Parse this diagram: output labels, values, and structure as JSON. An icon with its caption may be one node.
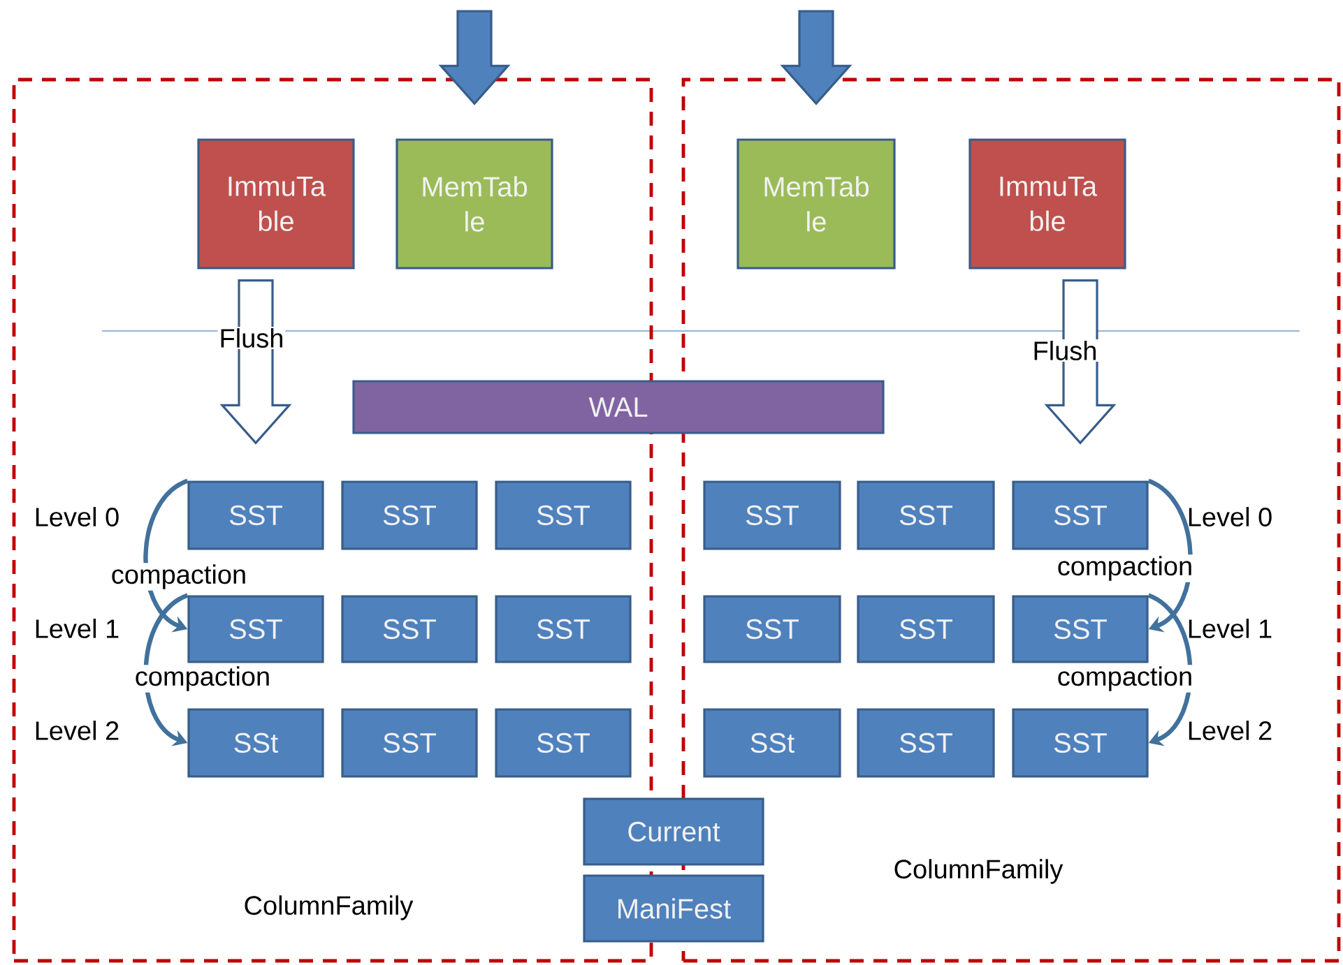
{
  "diagram": {
    "nodes": [
      {
        "text": [
          "ColumnFamily"
        ]
      },
      {
        "text": [
          "ImmuTa ble"
        ],
        "in": 0
      },
      {
        "text": [
          "MemTab le"
        ],
        "in": 0
      },
      {
        "text": [
          "ColumnFamily"
        ]
      },
      {
        "text": [
          "MemTab le"
        ],
        "in": 3
      },
      {
        "text": [
          "ImmuTa ble"
        ],
        "in": 3
      },
      {
        "text": [
          "WAL"
        ]
      },
      {
        "text": [
          "SST"
        ],
        "in": 0
      },
      {
        "text": [
          "SST"
        ],
        "in": 0
      },
      {
        "text": [
          "SST"
        ],
        "in": 0
      },
      {
        "text": [
          "SST"
        ],
        "in": 0
      },
      {
        "text": [
          "SST"
        ],
        "in": 0
      },
      {
        "text": [
          "SST"
        ],
        "in": 0
      },
      {
        "text": [
          "SSt"
        ],
        "in": 0
      },
      {
        "text": [
          "SST"
        ],
        "in": 0
      },
      {
        "text": [
          "SST"
        ],
        "in": 0
      },
      {
        "text": [
          "SST"
        ],
        "in": 3
      },
      {
        "text": [
          "SST"
        ],
        "in": 3
      },
      {
        "text": [
          "SST"
        ],
        "in": 3
      },
      {
        "text": [
          "SST"
        ],
        "in": 3
      },
      {
        "text": [
          "SST"
        ],
        "in": 3
      },
      {
        "text": [
          "SST"
        ],
        "in": 3
      },
      {
        "text": [
          "SSt"
        ],
        "in": 3
      },
      {
        "text": [
          "SST"
        ],
        "in": 3
      },
      {
        "text": [
          "SST"
        ],
        "in": 3
      },
      {
        "text": [
          "Current"
        ]
      },
      {
        "text": [
          "ManiFest"
        ]
      }
    ],
    "edges": [
      {
        "from": null,
        "to": 2,
        "arrow": "to",
        "style": "thick",
        "color": "#4f81bd"
      },
      {
        "from": null,
        "to": 4,
        "arrow": "to",
        "style": "thick",
        "color": "#4f81bd"
      },
      {
        "from": 1,
        "to": 7,
        "arrow": "to",
        "style": "thick",
        "label": "Flush"
      },
      {
        "from": 5,
        "to": 18,
        "arrow": "to",
        "style": "thick",
        "label": "Flush"
      },
      {
        "from": 7,
        "to": 10,
        "arrow": "to",
        "label": "compaction"
      },
      {
        "from": 10,
        "to": 13,
        "arrow": "to",
        "label": "compaction"
      },
      {
        "from": 18,
        "to": 21,
        "arrow": "to",
        "label": "compaction"
      },
      {
        "from": 21,
        "to": 24,
        "arrow": "to",
        "label": "compaction"
      }
    ],
    "labels": [
      "Level 0",
      "Level 0",
      "Level 1",
      "Level 1",
      "Level 2",
      "Level 2"
    ]
  }
}
